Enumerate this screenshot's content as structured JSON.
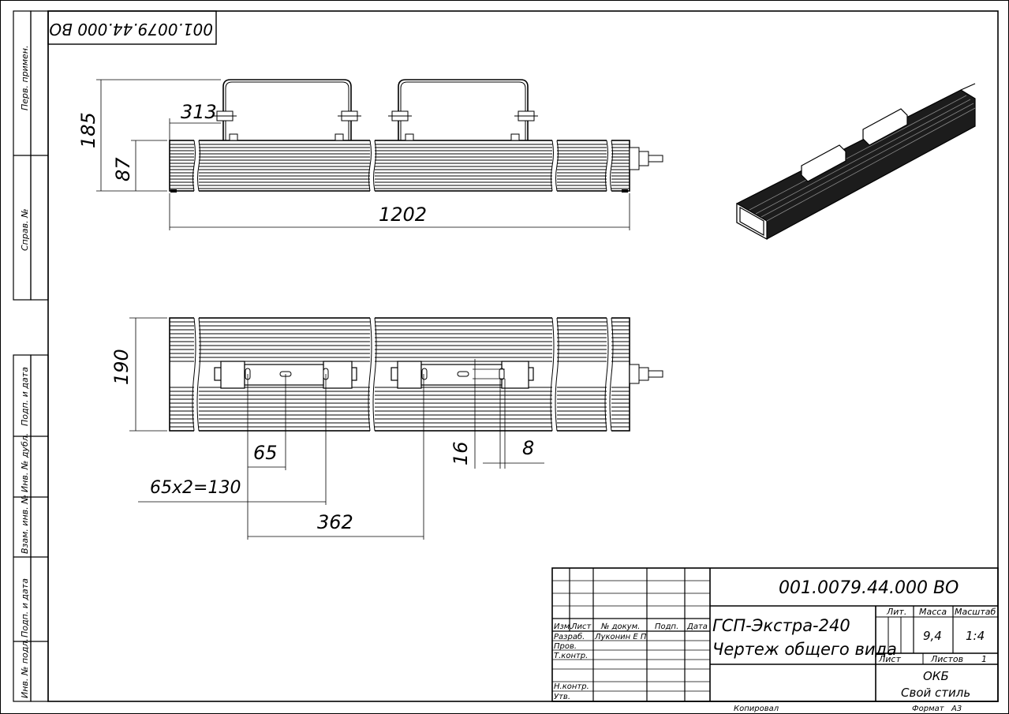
{
  "doc_code_rotated": "001.0079.44.000 ВО",
  "side_labels": {
    "perv_primen": "Перв. примен.",
    "sprav_no": "Справ. №",
    "podp_data_1": "Подп. и дата",
    "inv_dubl": "Инв. № дубл.",
    "vzam_inv": "Взам. инв. №",
    "podp_data_2": "Подп. и дата",
    "inv_podl": "Инв. № подл."
  },
  "dimensions": {
    "d185": "185",
    "d87": "87",
    "d313": "313",
    "d1202": "1202",
    "d190": "190",
    "d65": "65",
    "d65x2": "65x2=130",
    "d362": "362",
    "d16": "16",
    "d8": "8"
  },
  "title_block": {
    "code": "001.0079.44.000 ВО",
    "name_line1": "ГСП-Экстра-240",
    "name_line2": "Чертеж общего вида",
    "headers": {
      "izm": "Изм.",
      "list": "Лист",
      "doc_no": "№ докум.",
      "podp": "Подп.",
      "data": "Дата",
      "lit": "Лит.",
      "massa": "Масса",
      "masshtab": "Масштаб"
    },
    "rows": {
      "razrab": "Разраб.",
      "razrab_name": "Луконин Е П",
      "prov": "Пров.",
      "tkontr": "Т.контр.",
      "nkontr": "Н.контр.",
      "utv": "Утв."
    },
    "mass_value": "9,4",
    "scale_value": "1:4",
    "sheet_label": "Лист",
    "sheets_label": "Листов",
    "sheets_count": "1",
    "org_line1": "ОКБ",
    "org_line2": "Свой стиль",
    "copied": "Копировал",
    "format_label": "Формат",
    "format_value": "А3"
  }
}
